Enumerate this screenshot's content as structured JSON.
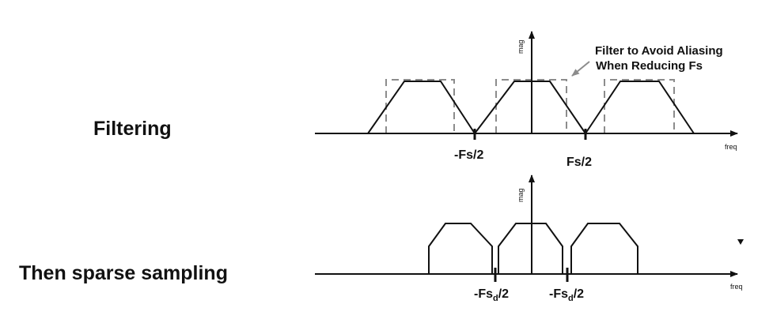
{
  "labels": {
    "filtering": "Filtering",
    "sparse_sampling": "Then sparse sampling"
  },
  "top_plot": {
    "y_axis_label": "mag",
    "x_axis_label": "freq",
    "tick_left": "-Fs/2",
    "tick_right": "Fs/2",
    "annotation_line1": "Filter to Avoid Aliasing",
    "annotation_line2": "When Reducing Fs"
  },
  "bottom_plot": {
    "y_axis_label": "mag",
    "x_axis_label": "freq",
    "tick_left_prefix": "-Fs",
    "tick_left_sub": "d",
    "tick_left_suffix": "/2",
    "tick_right_prefix": "-Fs",
    "tick_right_sub": "d",
    "tick_right_suffix": "/2"
  },
  "colors": {
    "line": "#111111",
    "filter_dash": "#8c8c8c",
    "annotation_arrow": "#8c8c8c"
  }
}
